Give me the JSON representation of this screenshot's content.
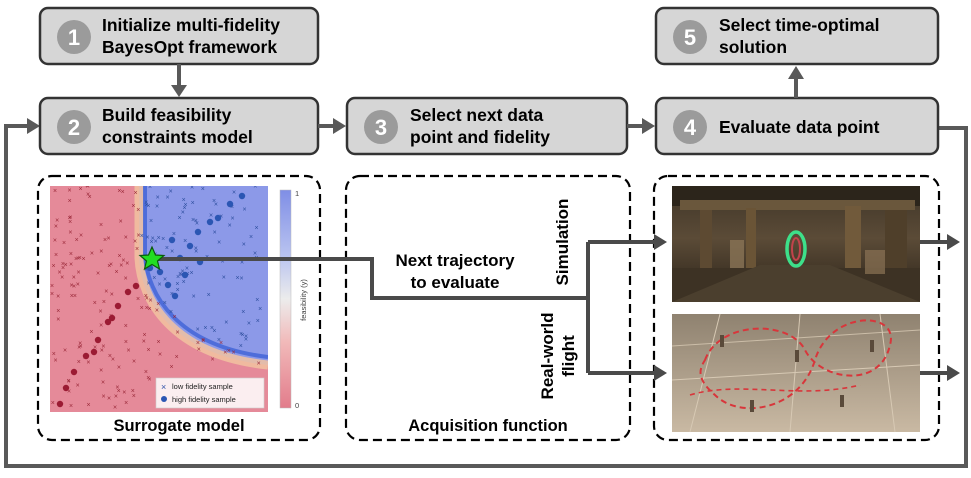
{
  "steps": [
    {
      "number": "1",
      "line1": "Initialize multi-fidelity",
      "line2": "BayesOpt framework"
    },
    {
      "number": "2",
      "line1": "Build feasibility",
      "line2": "constraints model"
    },
    {
      "number": "3",
      "line1": "Select next data",
      "line2": "point and fidelity"
    },
    {
      "number": "4",
      "line1": "Evaluate data point",
      "line2": ""
    },
    {
      "number": "5",
      "line1": "Select time-optimal",
      "line2": "solution"
    }
  ],
  "panels": {
    "surrogate_caption": "Surrogate model",
    "acquisition_caption": "Acquisition function",
    "next_trajectory_line1": "Next trajectory",
    "next_trajectory_line2": "to evaluate",
    "simulation_label": "Simulation",
    "real_world_line1": "Real-world",
    "real_world_line2": "flight"
  },
  "plot": {
    "colorbar_label": "feasibility (y)",
    "colorbar_max": "1",
    "colorbar_min": "0",
    "legend_low": "low fidelity sample",
    "legend_high": "high fidelity sample",
    "feasible_color": "#8c99e8",
    "infeasible_color": "#e58a99",
    "high_fidelity_feasible_color": "#2b56b3",
    "high_fidelity_infeasible_color": "#9b1b33",
    "star_color": "#22dd22"
  },
  "colors": {
    "step_box_fill": "#d6d6d6",
    "step_circle": "#9b9b9b",
    "arrow": "#595959"
  }
}
